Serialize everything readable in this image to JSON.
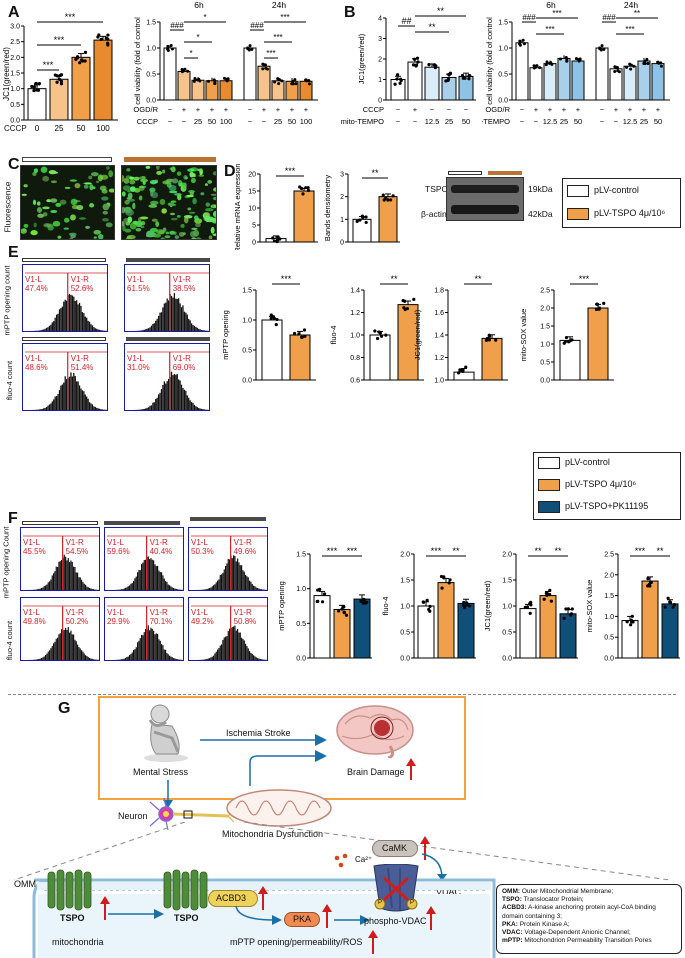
{
  "panels": {
    "A": {
      "letter": "A",
      "jc1": {
        "ylabel": "JC1(green/red)",
        "xlabel_prefix": "CCCP",
        "categories": [
          "0",
          "25",
          "50",
          "100"
        ],
        "ticks": [
          "0.0",
          "0.5",
          "1.0",
          "1.5",
          "2.0",
          "2.5",
          "3.0"
        ],
        "sig": [
          "***",
          "***",
          "***"
        ]
      },
      "viability": {
        "ylabel": "cell viability (fold of control",
        "times": [
          "6h",
          "24h"
        ],
        "rows": [
          {
            "label": "OGD/R",
            "values": [
              "−",
              "+",
              "+",
              "+",
              "+"
            ]
          },
          {
            "label": "CCCP",
            "values": [
              "−",
              "−",
              "25",
              "50",
              "100"
            ]
          }
        ],
        "ticks": [
          "0.0",
          "0.5",
          "1.0",
          "1.5"
        ],
        "sig_6h": [
          "###",
          "*",
          "*",
          "*"
        ],
        "sig_24h": [
          "###",
          "***",
          "***",
          "***"
        ]
      }
    },
    "B": {
      "letter": "B",
      "jc1": {
        "ylabel": "JC1(green/red)",
        "rows": [
          {
            "label": "CCCP",
            "values": [
              "−",
              "+",
              "−",
              "−",
              "−"
            ]
          },
          {
            "label": "mito-TEMPO",
            "values": [
              "−",
              "−",
              "12.5",
              "25",
              "50"
            ]
          }
        ],
        "ticks": [
          "0",
          "1",
          "2",
          "3",
          "4"
        ],
        "sig": [
          "##",
          "**",
          "**"
        ]
      },
      "viability": {
        "ylabel": "cell viability (fold of control",
        "times": [
          "6h",
          "24h"
        ],
        "rows": [
          {
            "label": "OGD/R",
            "values": [
              "−",
              "+",
              "+",
              "+",
              "+"
            ]
          },
          {
            "label": "mito-TEMPO",
            "values": [
              "−",
              "−",
              "12.5",
              "25",
              "50"
            ]
          }
        ],
        "ticks": [
          "0.0",
          "0.5",
          "1.0",
          "1.5"
        ],
        "sig_6h": [
          "###",
          "***",
          "***"
        ],
        "sig_24h": [
          "###",
          "**",
          "***"
        ]
      }
    },
    "C": {
      "letter": "C",
      "ylabel": "Fluorescence"
    },
    "D": {
      "letter": "D",
      "mrna": {
        "ylabel": "Relative mRNA expression",
        "ticks": [
          "0",
          "5",
          "10",
          "15",
          "20"
        ],
        "sig": "***"
      },
      "bands": {
        "ylabel": "Bands densitometry",
        "ticks": [
          "0",
          "1",
          "2",
          "3"
        ],
        "sig": "**"
      },
      "blot": {
        "rows": [
          {
            "label": "TSPO",
            "kda": "19kDa"
          },
          {
            "label": "β-actin",
            "kda": "42kDa"
          }
        ]
      },
      "legend": [
        {
          "label": "pLV-control",
          "color": "#ffffff"
        },
        {
          "label": "pLV-TSPO 4μ/10⁶",
          "color": "#f0a04b"
        }
      ]
    },
    "E": {
      "letter": "E",
      "histo_ylabels": [
        "mPTP opening count",
        "fluo-4 count"
      ],
      "histos": [
        {
          "l": "V1-L",
          "lv": "47.4%",
          "r": "V1-R",
          "rv": "52.6%"
        },
        {
          "l": "V1-L",
          "lv": "61.5%",
          "r": "V1-R",
          "rv": "38.5%"
        },
        {
          "l": "V1-L",
          "lv": "48.6%",
          "r": "V1-R",
          "rv": "51.4%"
        },
        {
          "l": "V1-L",
          "lv": "31.0%",
          "r": "V1-R",
          "rv": "69.0%"
        }
      ],
      "bars": [
        {
          "ylabel": "mPTP opening",
          "ticks": [
            "0.0",
            "0.5",
            "1.0",
            "1.5"
          ],
          "sig": "***"
        },
        {
          "ylabel": "fluo-4",
          "ticks": [
            "0.6",
            "0.8",
            "1.0",
            "1.2",
            "1.4"
          ],
          "sig": "**"
        },
        {
          "ylabel": "JC1(green/red)",
          "ticks": [
            "1.0",
            "1.2",
            "1.4",
            "1.6",
            "1.8"
          ],
          "sig": "**"
        },
        {
          "ylabel": "mito-SOX value",
          "ticks": [
            "0.0",
            "0.5",
            "1.0",
            "1.5",
            "2.0",
            "2.5"
          ],
          "sig": "***"
        }
      ]
    },
    "F": {
      "letter": "F",
      "histo_ylabels": [
        "mPTP opening Count",
        "fluo-4 count"
      ],
      "histos": [
        {
          "l": "V1-L",
          "lv": "45.5%",
          "r": "V1-R",
          "rv": "54.5%"
        },
        {
          "l": "V1-L",
          "lv": "59.6%",
          "r": "V1-R",
          "rv": "40.4%"
        },
        {
          "l": "V1-L",
          "lv": "50.3%",
          "r": "V1-R",
          "rv": "49.6%"
        },
        {
          "l": "V1-L",
          "lv": "49.8%",
          "r": "V1-R",
          "rv": "50.2%"
        },
        {
          "l": "V1-L",
          "lv": "29.9%",
          "r": "V1-R",
          "rv": "70.1%"
        },
        {
          "l": "V1-L",
          "lv": "49.2%",
          "r": "V1-R",
          "rv": "50.8%"
        }
      ],
      "legend": [
        {
          "label": "pLV-control",
          "color": "#ffffff"
        },
        {
          "label": "pLV-TSPO 4μ/10⁶",
          "color": "#f0a04b"
        },
        {
          "label": "pLV-TSPO+PK11195",
          "color": "#0f4f78"
        }
      ],
      "bars": [
        {
          "ylabel": "mPTP opening",
          "ticks": [
            "0.0",
            "0.5",
            "1.0",
            "1.5"
          ],
          "sig": [
            "***",
            "***"
          ]
        },
        {
          "ylabel": "fluo-4",
          "ticks": [
            "0.0",
            "0.5",
            "1.0",
            "1.5",
            "2.0"
          ],
          "sig": [
            "***",
            "**"
          ]
        },
        {
          "ylabel": "JC1(green/red)",
          "ticks": [
            "0.0",
            "0.5",
            "1.0",
            "1.5",
            "2.0"
          ],
          "sig": [
            "**",
            "**"
          ]
        },
        {
          "ylabel": "mito-SOX value",
          "ticks": [
            "0.0",
            "0.5",
            "1.0",
            "1.5",
            "2.0",
            "2.5"
          ],
          "sig": [
            "***",
            "**"
          ]
        }
      ]
    },
    "G": {
      "letter": "G",
      "mental_stress": "Mental Stress",
      "ischemia": "Ischemia Stroke",
      "brain_damage": "Brain Damage",
      "neuron": "Neuron",
      "mito_dys": "Mitochondria Dysfunction",
      "camk": "CaMK",
      "ca": "Ca²⁺",
      "vdac": "VDAC",
      "omm": "OMM",
      "tspo1": "TSPO",
      "tspo2": "TSPO",
      "acbd3": "ACBD3",
      "pka": "PKA",
      "phospho": "phospho-VDAC",
      "mitochondria": "mitochondria",
      "mptp": "mPTP opening/permeability/ROS",
      "p": "P",
      "definitions": [
        {
          "k": "OMM:",
          "v": " Outer Mitochondrial Membrane;"
        },
        {
          "k": "TSPO:",
          "v": " Translocator Protein;"
        },
        {
          "k": "ACBD3:",
          "v": " A-kinase anchoring protein acyl-CoA binding domain containing 3;"
        },
        {
          "k": "PKA:",
          "v": " Protein Kinase A;"
        },
        {
          "k": "VDAC:",
          "v": " Voltage-Dependent Anionic Channel;"
        },
        {
          "k": "mPTP:",
          "v": " Mitochondrion Permeability Transition Pores"
        }
      ]
    }
  },
  "chart_data": [
    {
      "type": "bar",
      "id": "A-jc1",
      "categories": [
        "0",
        "25",
        "50",
        "100"
      ],
      "values": [
        1.0,
        1.3,
        2.0,
        2.55
      ],
      "ylabel": "JC1(green/red)",
      "ylim": [
        0,
        3.0
      ]
    },
    {
      "type": "bar",
      "id": "A-viability",
      "series": [
        {
          "name": "6h",
          "values": [
            1.0,
            0.55,
            0.38,
            0.37,
            0.37
          ]
        },
        {
          "name": "24h",
          "values": [
            1.0,
            0.65,
            0.37,
            0.36,
            0.36
          ]
        }
      ],
      "ylabel": "cell viability (fold of control",
      "ylim": [
        0,
        1.5
      ]
    },
    {
      "type": "bar",
      "id": "B-jc1",
      "values": [
        1.0,
        1.85,
        1.6,
        1.1,
        1.15
      ],
      "ylabel": "JC1(green/red)",
      "ylim": [
        0,
        4
      ]
    },
    {
      "type": "bar",
      "id": "B-viability",
      "series": [
        {
          "name": "6h",
          "values": [
            1.1,
            0.62,
            0.7,
            0.8,
            0.75
          ]
        },
        {
          "name": "24h",
          "values": [
            1.0,
            0.6,
            0.65,
            0.75,
            0.7
          ]
        }
      ],
      "ylabel": "cell viability (fold of control",
      "ylim": [
        0,
        1.5
      ]
    },
    {
      "type": "bar",
      "id": "D-mrna",
      "values": [
        1.0,
        15.0
      ],
      "ylabel": "Relative mRNA expression",
      "ylim": [
        0,
        20
      ]
    },
    {
      "type": "bar",
      "id": "D-bands",
      "values": [
        1.0,
        2.0
      ],
      "ylabel": "Bands densitometry",
      "ylim": [
        0,
        3
      ]
    },
    {
      "type": "bar",
      "id": "E-mptp",
      "values": [
        1.0,
        0.75
      ],
      "ylabel": "mPTP opening",
      "ylim": [
        0,
        1.5
      ]
    },
    {
      "type": "bar",
      "id": "E-fluo4",
      "values": [
        1.0,
        1.27
      ],
      "ylabel": "fluo-4",
      "ylim": [
        0.6,
        1.4
      ]
    },
    {
      "type": "bar",
      "id": "E-jc1",
      "values": [
        1.07,
        1.37
      ],
      "ylabel": "JC1(green/red)",
      "ylim": [
        1.0,
        1.8
      ]
    },
    {
      "type": "bar",
      "id": "E-mitosox",
      "values": [
        1.1,
        2.0
      ],
      "ylabel": "mito-SOX value",
      "ylim": [
        0,
        2.5
      ]
    },
    {
      "type": "bar",
      "id": "F-mptp",
      "values": [
        0.9,
        0.7,
        0.85
      ],
      "ylabel": "mPTP opening",
      "ylim": [
        0,
        1.5
      ]
    },
    {
      "type": "bar",
      "id": "F-fluo4",
      "values": [
        1.0,
        1.45,
        1.05
      ],
      "ylabel": "fluo-4",
      "ylim": [
        0,
        2.0
      ]
    },
    {
      "type": "bar",
      "id": "F-jc1",
      "values": [
        0.95,
        1.2,
        0.85
      ],
      "ylabel": "JC1(green/red)",
      "ylim": [
        0,
        2.0
      ]
    },
    {
      "type": "bar",
      "id": "F-mitosox",
      "values": [
        0.9,
        1.85,
        1.3
      ],
      "ylabel": "mito-SOX value",
      "ylim": [
        0,
        2.5
      ]
    }
  ]
}
